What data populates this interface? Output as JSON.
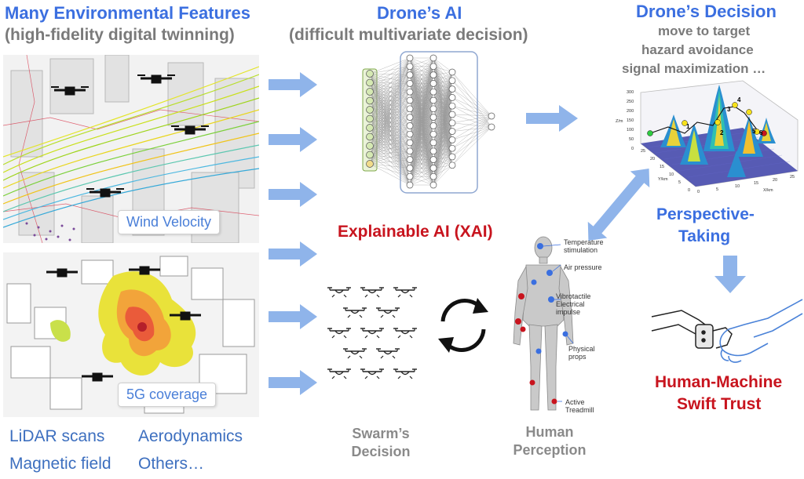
{
  "env": {
    "title": "Many Environmental Features",
    "subtitle": "(high-fidelity digital twinning)",
    "wind_label": "Wind Velocity",
    "coverage_label": "5G coverage",
    "features": [
      "LiDAR scans",
      "Aerodynamics",
      "Magnetic field",
      "Others…"
    ]
  },
  "ai": {
    "title": "Drone’s AI",
    "subtitle": "(difficult multivariate decision)"
  },
  "decision": {
    "title": "Drone’s Decision",
    "lines": [
      "move to target",
      "hazard avoidance",
      "signal maximization …"
    ]
  },
  "xai": {
    "title": "Explainable AI (XAI)"
  },
  "perspective": {
    "line1": "Perspective-",
    "line2": "Taking"
  },
  "trust": {
    "line1": "Human-Machine",
    "line2": "Swift Trust"
  },
  "swarm": {
    "line1": "Swarm’s",
    "line2": "Decision"
  },
  "human": {
    "line1": "Human",
    "line2": "Perception",
    "labels": [
      "Temperature",
      "stimulation",
      "Air pressure",
      "Vibrotactile",
      "Electrical",
      "impulse",
      "Physical",
      "props",
      "Active",
      "Treadmill"
    ]
  },
  "plot": {
    "z_label": "Z/m",
    "y_label": "Y/km",
    "x_label": "X/km",
    "z_ticks": [
      "300",
      "250",
      "200",
      "150",
      "100",
      "50",
      "0"
    ],
    "y_ticks": [
      "25",
      "20",
      "15",
      "10",
      "5",
      "0"
    ],
    "x_ticks": [
      "0",
      "5",
      "10",
      "15",
      "20",
      "25"
    ],
    "points": [
      "1",
      "2",
      "3",
      "4",
      "5",
      "6"
    ]
  },
  "colors": {
    "blue": "#3b6fe0",
    "red": "#c8141e",
    "arrow": "#8fb4ea"
  }
}
